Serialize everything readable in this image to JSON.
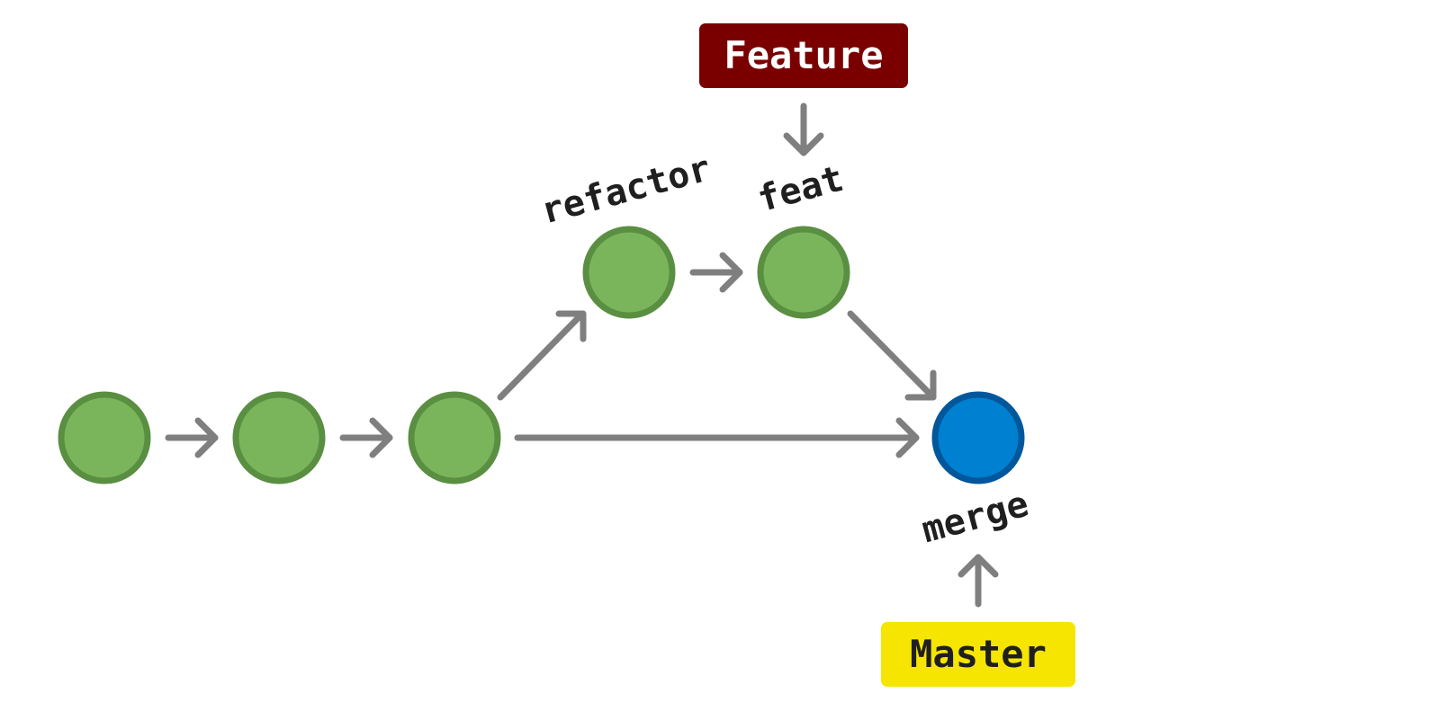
{
  "branches": {
    "feature": {
      "label": "Feature",
      "bg": "#7a0000",
      "fg": "#ffffff"
    },
    "master": {
      "label": "Master",
      "bg": "#f5e500",
      "fg": "#1f1f1f"
    }
  },
  "commits": {
    "refactor": {
      "label": "refactor"
    },
    "feat": {
      "label": "feat"
    },
    "merge": {
      "label": "merge"
    }
  },
  "colors": {
    "commit_fill": "#7ab55c",
    "commit_stroke": "#5a8f42",
    "merge_fill": "#0080d0",
    "merge_stroke": "#00579c",
    "arrow": "#7f7f7f"
  }
}
